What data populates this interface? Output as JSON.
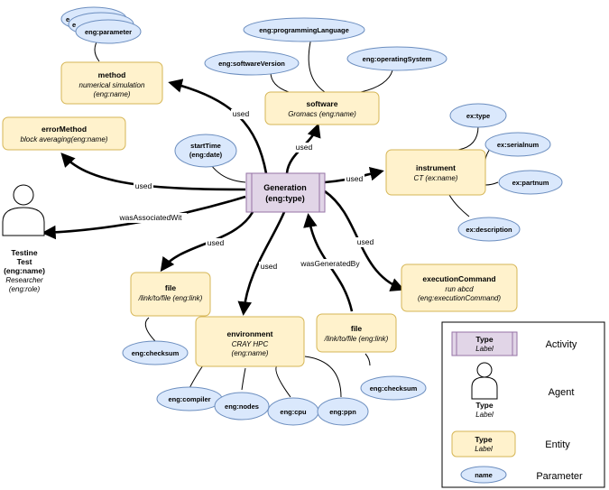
{
  "generation": {
    "title": "Generation",
    "type": "(eng:type)"
  },
  "method": {
    "title": "method",
    "sub1": "numerical simulation",
    "sub2": "(eng:name)"
  },
  "error_method": {
    "title": "errorMethod",
    "sub": "block averaging(eng:name)"
  },
  "software": {
    "title": "software",
    "sub": "Gromacs (eng:name)"
  },
  "instrument": {
    "title": "instrument",
    "sub": "CT (ex:name)"
  },
  "execution_command": {
    "title": "executionCommand",
    "sub1": "run abcd",
    "sub2": "(eng:executionCommand)"
  },
  "file_left": {
    "title": "file",
    "sub": "/link/to/file (eng:link)"
  },
  "file_right": {
    "title": "file",
    "sub": "/link/to/file (eng:link)"
  },
  "environment": {
    "title": "environment",
    "sub1": "CRAY HPC",
    "sub2": "(eng:name)"
  },
  "agent": {
    "line1": "Testine",
    "line2": "Test",
    "line3": "(eng:name)",
    "role1": "Researcher",
    "role2": "(eng:role)"
  },
  "params": {
    "param_stack_front": "eng:parameter",
    "param_stack_back1": "e",
    "param_stack_back2": "e",
    "programming_language": "eng:programmingLanguage",
    "software_version": "eng:softwareVersion",
    "operating_system": "eng:operatingSystem",
    "start_time_1": "startTime",
    "start_time_2": "(eng:date)",
    "type": "ex:type",
    "serialnum": "ex:serialnum",
    "partnum": "ex:partnum",
    "description": "ex:description",
    "checksum_left": "eng:checksum",
    "checksum_right": "eng:checksum",
    "compiler": "eng:compiler",
    "nodes": "eng:nodes",
    "cpu": "eng:cpu",
    "ppn": "eng:ppn"
  },
  "edge_labels": {
    "used_method": "used",
    "used_software": "used",
    "used_error": "used",
    "used_instrument": "used",
    "was_associated_with": "wasAssociatedWit",
    "used_file": "used",
    "used_environment": "used",
    "was_generated_by": "wasGeneratedBy",
    "used_execution": "used"
  },
  "legend": {
    "activity_type": "Type",
    "activity_label": "Label",
    "activity_name": "Activity",
    "agent_type": "Type",
    "agent_label": "Label",
    "agent_name": "Agent",
    "entity_type": "Type",
    "entity_label": "Label",
    "entity_name": "Entity",
    "param_name": "name",
    "param_legend_name": "Parameter"
  }
}
